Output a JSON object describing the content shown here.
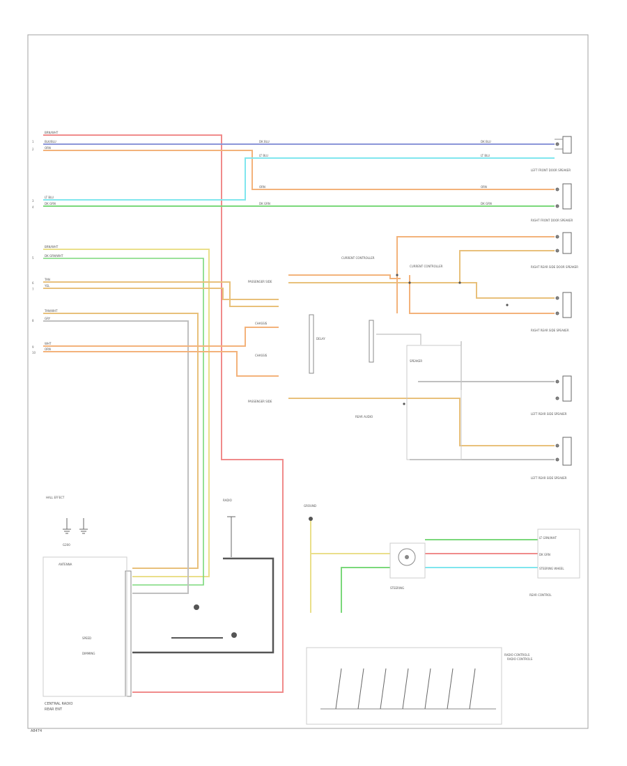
{
  "colors": {
    "red": "#f08a8a",
    "blue": "#8a94d8",
    "orange": "#f3b27a",
    "cyan": "#7fe6ee",
    "green": "#7ad87a",
    "yellow": "#eadf8a",
    "tan": "#e8c07a",
    "gray": "#bfbfbf",
    "lightgray": "#dcdcdc",
    "dark": "#555555"
  },
  "labels": {
    "ws1": "BRN/WHT",
    "ws2": "BLK/BLU",
    "ws3": "ORN",
    "ws4": "LT BLU",
    "ws5": "DK GRN",
    "ws6": "BRN/WHT",
    "ws7": "DK GRN/WHT",
    "ws8": "TAN",
    "ws9": "YEL",
    "ws10": "TAN/WHT",
    "ws11": "GRY",
    "ws12": "WHT",
    "ws13": "ORN",
    "t1": "DK BLU",
    "t2": "LT BLU",
    "t3": "ORN",
    "t4": "DK GRN",
    "sp1": "LEFT FRONT DOOR SPEAKER",
    "sp2": "RIGHT FRONT DOOR SPEAKER",
    "sp3": "RIGHT REAR SIDE DOOR SPEAKER",
    "sp4": "RIGHT REAR SIDE SPEAKER",
    "sp5": "LEFT REAR SIDE SPEAKER",
    "sp6": "LEFT REAR SIDE SPEAKER",
    "m1": "PASSENGER SIDE",
    "m2": "CHASSIS",
    "m3": "CHASSIS",
    "m4": "DELAY",
    "m5": "PASSENGER SIDE",
    "m6": "CURRENT CONTROLLER",
    "m7": "SPEAKER",
    "m8": "REAR AUDIO",
    "r1": "LT GRN/WHT",
    "r2": "DK GRN",
    "r3": "STEERING WHEEL",
    "r4": "REAR CONTROL",
    "r5": "RADIO CONTROLS",
    "b1": "HALL EFFECT",
    "b2": "ANTENNA",
    "b3": "RADIO",
    "b4": "SPEED",
    "b5": "DIMMING",
    "b6": "GROUND",
    "b7": "G200",
    "b8": "STEERING",
    "b9": "RADIO CONTROLS",
    "f1": "CENTRAL RADIO",
    "f2": "REAR ENT",
    "footer": "A8474"
  }
}
